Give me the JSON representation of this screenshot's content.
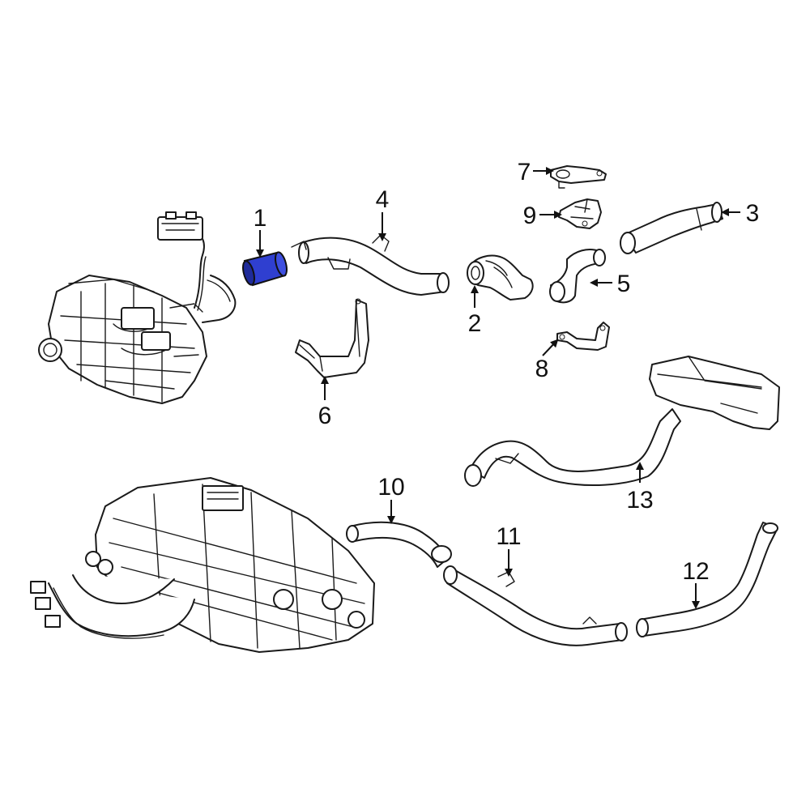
{
  "colors": {
    "highlight": "#2f3fd0",
    "highlight_dark": "#1f2b9a",
    "line": "#1a1a1a",
    "background": "#ffffff"
  },
  "callouts": [
    {
      "label": "1",
      "part": "coolant hose (highlighted)"
    },
    {
      "label": "2",
      "part": "thermostat housing"
    },
    {
      "label": "3",
      "part": "upper hose"
    },
    {
      "label": "4",
      "part": "upper pipe"
    },
    {
      "label": "5",
      "part": "bypass hose"
    },
    {
      "label": "6",
      "part": "pipe bracket"
    },
    {
      "label": "7",
      "part": "gasket"
    },
    {
      "label": "8",
      "part": "bracket"
    },
    {
      "label": "9",
      "part": "sensor bracket"
    },
    {
      "label": "10",
      "part": "lower hose"
    },
    {
      "label": "11",
      "part": "lower pipe"
    },
    {
      "label": "12",
      "part": "return hose"
    },
    {
      "label": "13",
      "part": "cooler hose"
    }
  ]
}
